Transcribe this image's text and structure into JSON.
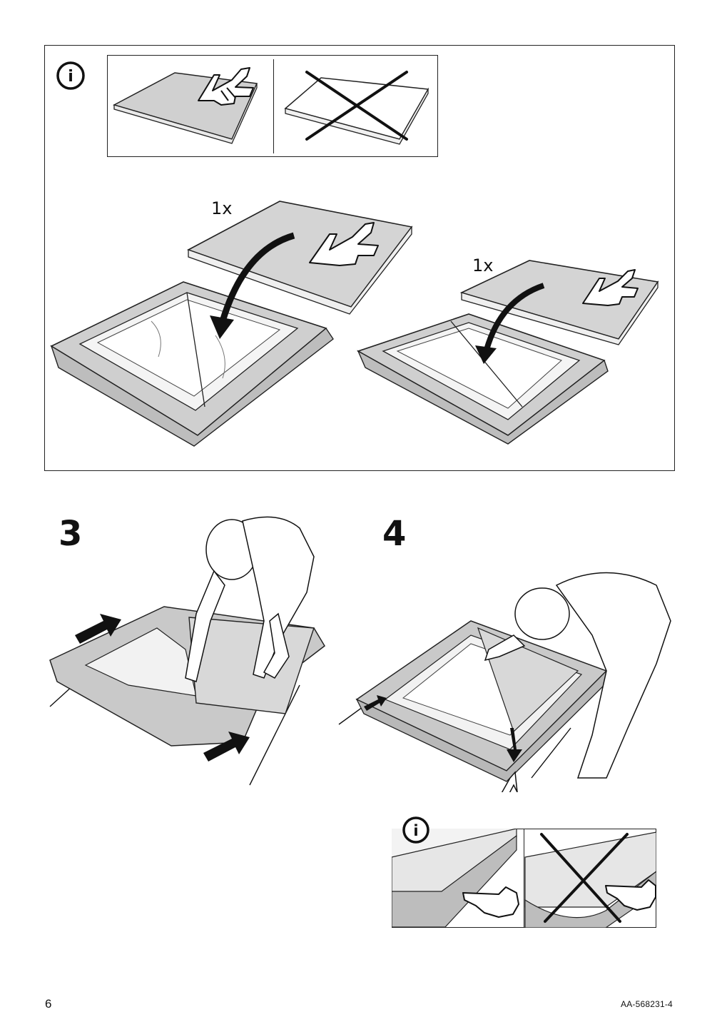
{
  "top_panel": {
    "info_symbol": "i",
    "info_icon": "info-icon",
    "qty_left": "1x",
    "qty_right": "1x",
    "correct_icon": "hand-pressing-flat-pad",
    "incorrect_icon": "cross-mark-over-pad"
  },
  "steps": [
    {
      "number": "3"
    },
    {
      "number": "4"
    }
  ],
  "detail_panel": {
    "info_symbol": "i",
    "info_icon": "info-icon"
  },
  "footer": {
    "page_number": "6",
    "document_code": "AA-568231-4"
  }
}
